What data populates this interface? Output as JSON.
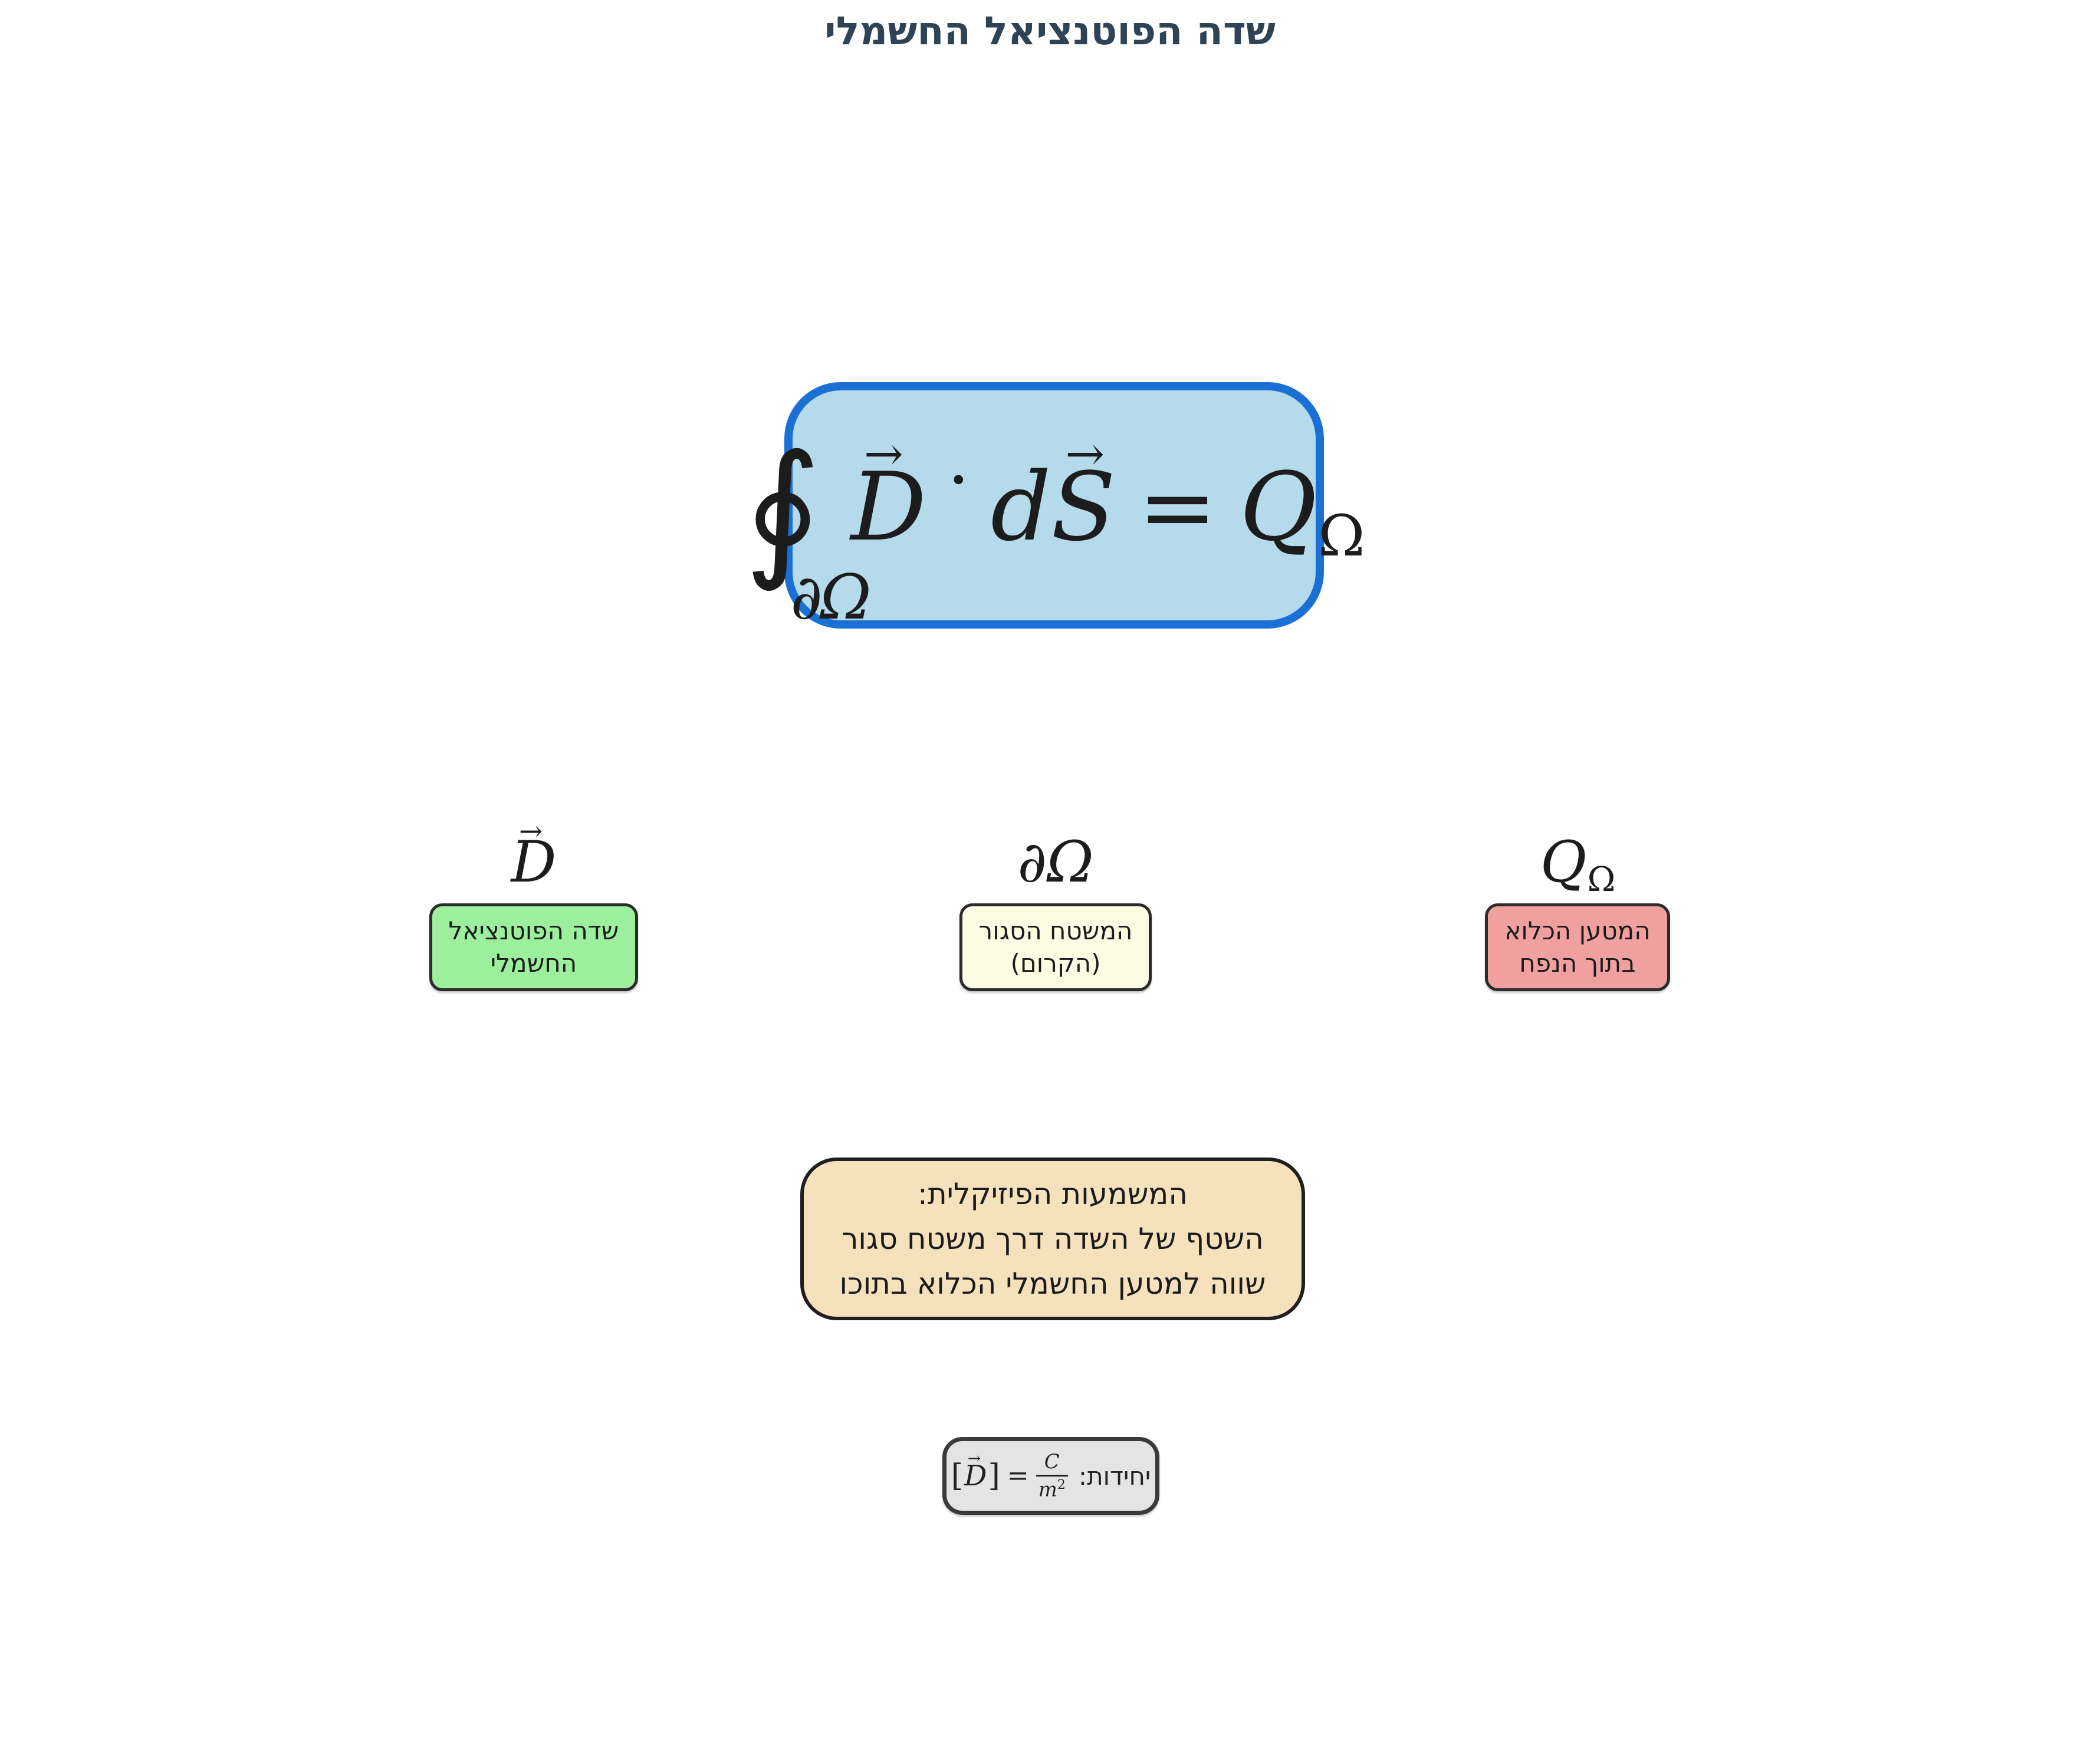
{
  "title": {
    "text": "שדה הפוטנציאל החשמלי",
    "color": "#2e4356"
  },
  "formula_box": {
    "fill": "#b5daeb",
    "border_color": "#1a70d4",
    "integral": "∮",
    "boundary_subscript": "∂Ω",
    "field_symbol": "D",
    "vector_arrow": "→",
    "dot": "⋅",
    "differential": "d",
    "surface_symbol": "S",
    "equals": "=",
    "charge_symbol": "Q",
    "charge_subscript": "Ω"
  },
  "terms": [
    {
      "symbol": "D",
      "arrow": "→",
      "label_lines": [
        "שדה הפוטנציאל",
        "החשמלי"
      ],
      "fill": "#9cef9c"
    },
    {
      "symbol": "∂Ω",
      "label_lines": [
        "המשטח הסגור",
        "(הקרום)"
      ],
      "fill": "#fcfce2"
    },
    {
      "symbol": "Q",
      "subscript": "Ω",
      "label_lines": [
        "המטען הכלוא",
        "בתוך הנפח"
      ],
      "fill": "#f1a0a0"
    }
  ],
  "meaning_box": {
    "fill": "#f5e1bc",
    "lines": [
      "המשמעות הפיזיקלית:",
      "השטף של השדה דרך משטח סגור",
      "שווה למטען החשמלי הכלוא בתוכו"
    ]
  },
  "units_box": {
    "fill": "#e4e4e4",
    "label": "יחידות:",
    "bracket_open": "[",
    "symbol": "D",
    "arrow": "→",
    "bracket_close": "]",
    "equals": "=",
    "numerator": "C",
    "denominator": "m",
    "denominator_exponent": "2"
  }
}
